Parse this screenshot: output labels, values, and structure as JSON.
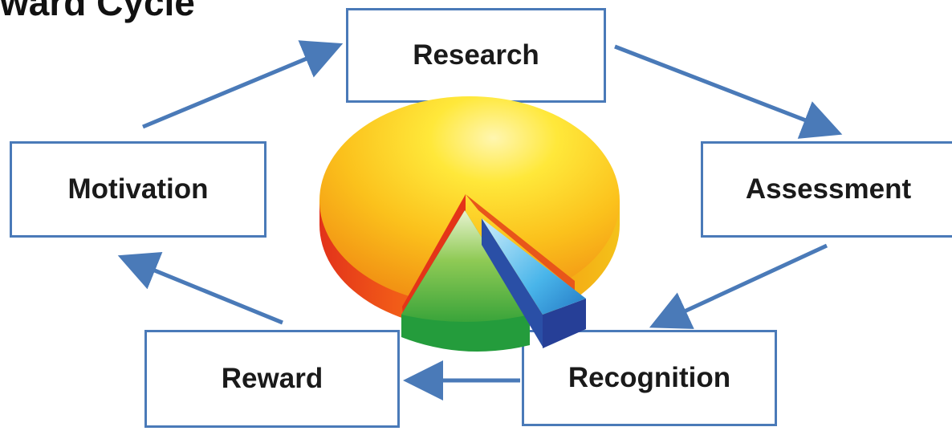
{
  "diagram": {
    "title": "ward Cycle",
    "nodes": [
      {
        "id": "research",
        "label": "Research"
      },
      {
        "id": "assessment",
        "label": "Assessment"
      },
      {
        "id": "recognition",
        "label": "Recognition"
      },
      {
        "id": "reward",
        "label": "Reward"
      },
      {
        "id": "motivation",
        "label": "Motivation"
      }
    ],
    "edges": [
      {
        "from": "research",
        "to": "assessment"
      },
      {
        "from": "assessment",
        "to": "recognition"
      },
      {
        "from": "recognition",
        "to": "reward"
      },
      {
        "from": "reward",
        "to": "motivation"
      },
      {
        "from": "motivation",
        "to": "research"
      }
    ],
    "colors": {
      "box_border": "#4a7ab8",
      "arrow": "#4a7ab8",
      "pie_main": "#f7b11a",
      "pie_green": "#33a336",
      "pie_blue": "#2f8fd8",
      "pie_red": "#e23a1c"
    },
    "icon": "pie-chart-icon"
  }
}
